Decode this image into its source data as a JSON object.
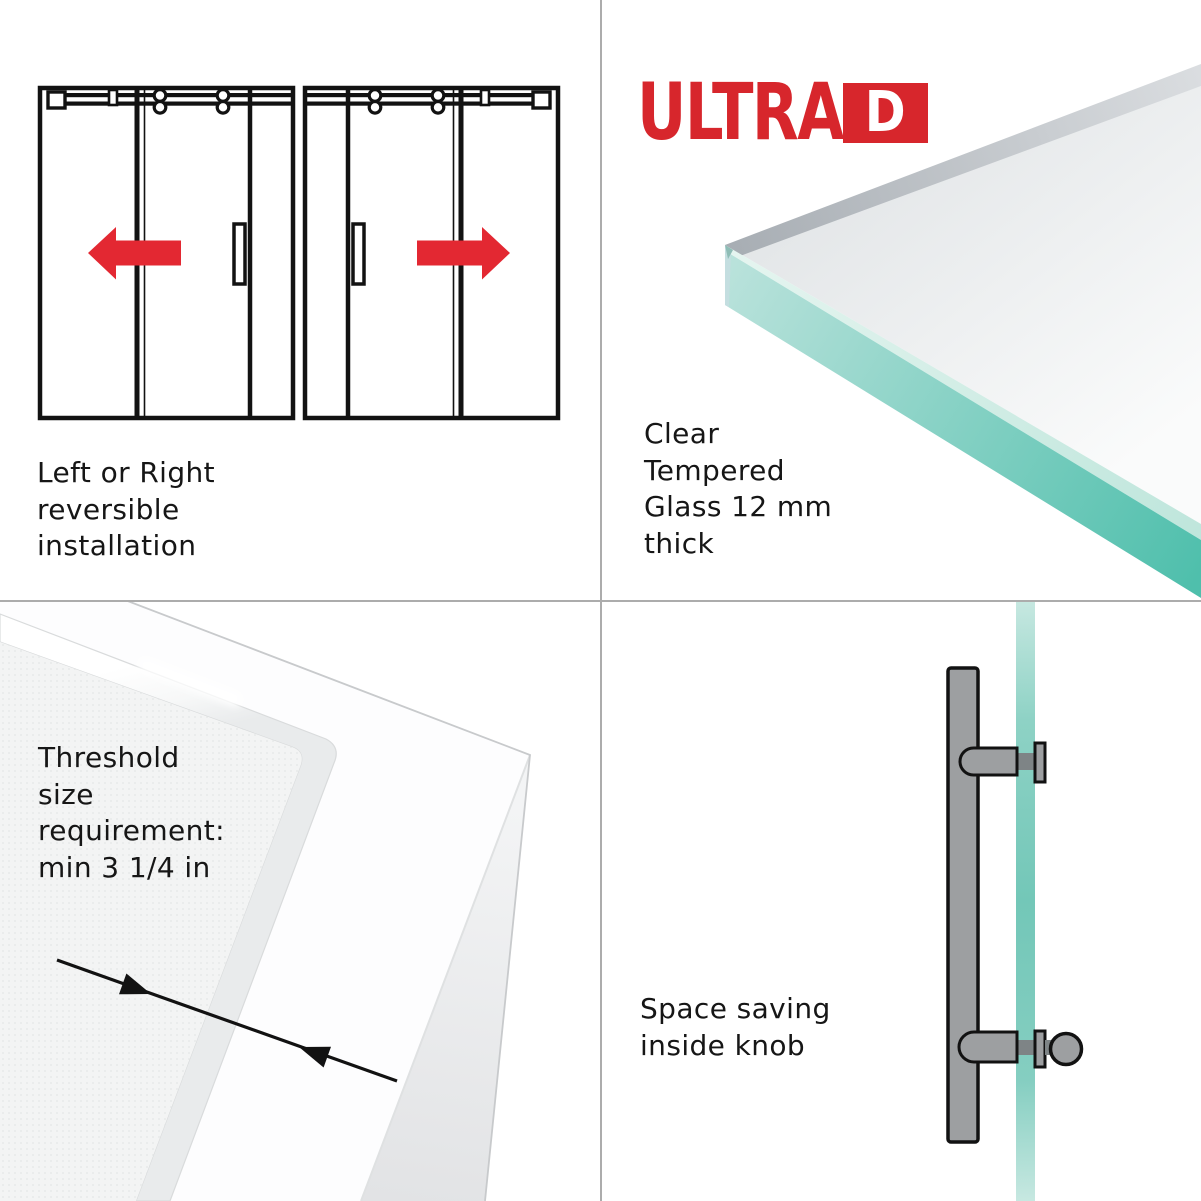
{
  "brand": {
    "name": "ULTRA",
    "badge_letter": "D"
  },
  "quadrants": {
    "top_left": {
      "caption": "Left or Right\nreversible\ninstallation"
    },
    "top_right": {
      "caption": "Clear\nTempered\nGlass 12 mm\nthick"
    },
    "bottom_left": {
      "caption": "Threshold\nsize\nrequirement:\nmin 3 1/4 in"
    },
    "bottom_right": {
      "caption": "Space saving\ninside knob"
    }
  },
  "colors": {
    "logo_red": "#D7262C",
    "arrow_red": "#E32832",
    "ink": "#121212",
    "text": "#161616",
    "divider_gray": "#ACACAC",
    "metal_gray": "#9D9FA1",
    "metal_dark": "#7E8486",
    "glass_teal": "#4FBFAC",
    "glass_mint": "#D6EFE8",
    "panel_teal": "#73C7B8"
  },
  "icons": {
    "left_arrow": "red arrow pointing left (door slides left)",
    "right_arrow": "red arrow pointing right (door slides right)",
    "measure_arrows": "double measurement arrowheads across threshold"
  }
}
